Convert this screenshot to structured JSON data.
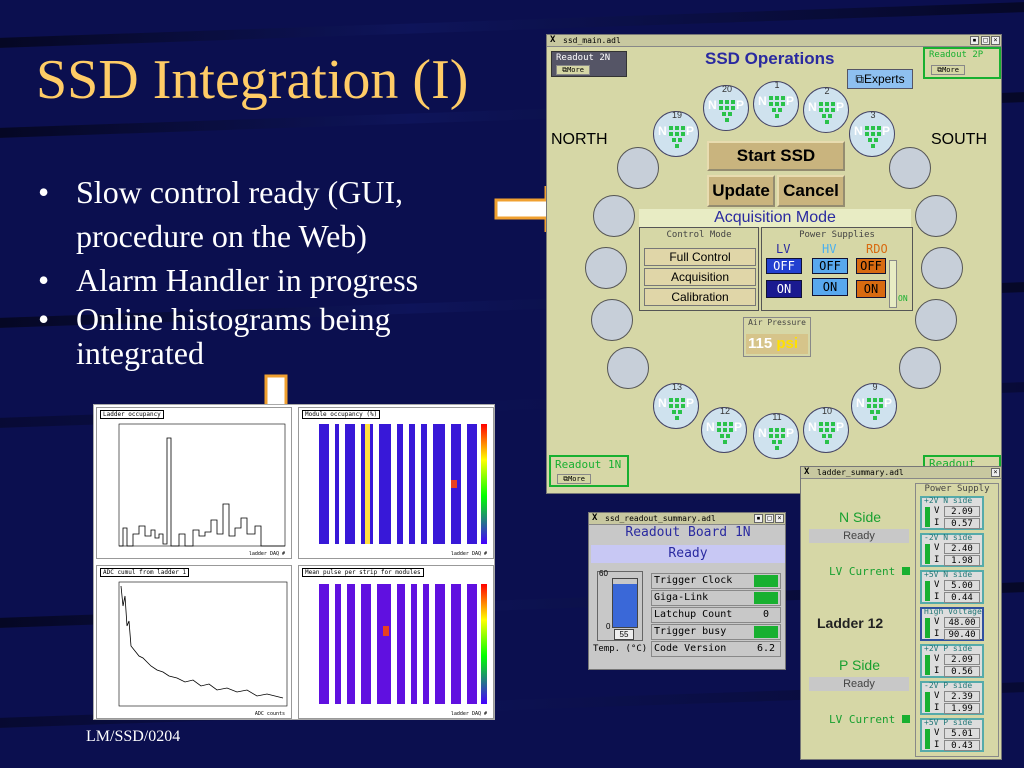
{
  "slide": {
    "title": "SSD Integration (I)",
    "bullets": [
      "Slow control ready (GUI, procedure on the Web)",
      "Alarm Handler in progress",
      "Online histograms being integrated"
    ],
    "footer": "LM/SSD/0204"
  },
  "main_window": {
    "title": "ssd_main.adl",
    "heading": "SSD Operations",
    "experts_label": "Experts",
    "north_label": "NORTH",
    "south_label": "SOUTH",
    "readout_2n": "Readout 2N",
    "readout_2p": "Readout 2P",
    "readout_1n": "Readout 1N",
    "readout_1p": "Readout 1P",
    "more_label": "More",
    "start_label": "Start SSD",
    "update_label": "Update",
    "cancel_label": "Cancel",
    "acq_mode_title": "Acquisition Mode",
    "control_mode_label": "Control Mode",
    "modes": [
      "Full Control",
      "Acquisition",
      "Calibration"
    ],
    "power_supplies_label": "Power Supplies",
    "lv_label": "LV",
    "hv_label": "HV",
    "rdo_label": "RDO",
    "off_label": "OFF",
    "on_label": "ON",
    "rdo_on_label": "ON",
    "air_pressure_label": "Air Pressure",
    "air_pressure_value": "115",
    "air_pressure_unit": "psi",
    "ladder_numbers": [
      "20",
      "1",
      "2",
      "19",
      "3",
      "13",
      "9",
      "12",
      "11",
      "10"
    ],
    "ladder_n": "N",
    "ladder_p": "P"
  },
  "readout_window": {
    "title": "ssd_readout_summary.adl",
    "board_label": "Readout Board 1N",
    "status": "Ready",
    "gauge_top": "60",
    "gauge_bottom": "0",
    "gauge_value_label": "55",
    "gauge_level": 0.9,
    "temp_label": "Temp. (°C)",
    "rows": [
      {
        "label": "Trigger Clock",
        "value": "ON"
      },
      {
        "label": "Giga-Link",
        "value": "ON"
      },
      {
        "label": "Latchup Count",
        "value": "0"
      },
      {
        "label": "Trigger busy",
        "value": "ON"
      },
      {
        "label": "Code Version",
        "value": "6.2"
      }
    ]
  },
  "ladder_window": {
    "title": "ladder_summary.adl",
    "n_side_label": "N Side",
    "p_side_label": "P Side",
    "ready_label": "Ready",
    "lv_current_label": "LV Current",
    "ladder_label": "Ladder 12",
    "power_supply_label": "Power Supply",
    "supplies": [
      {
        "label": "+2V  N side",
        "v": "2.09",
        "i": "0.57"
      },
      {
        "label": "-2V  N side",
        "v": "2.40",
        "i": "1.98"
      },
      {
        "label": "+5V  N side",
        "v": "5.00",
        "i": "0.44"
      },
      {
        "label": "High Voltage",
        "v": "48.00",
        "i": "90.40"
      },
      {
        "label": "+2V  P side",
        "v": "2.09",
        "i": "0.56"
      },
      {
        "label": "-2V  P side",
        "v": "2.39",
        "i": "1.99"
      },
      {
        "label": "+5V  P side",
        "v": "5.01",
        "i": "0.43"
      }
    ],
    "v_label": "V",
    "i_label": "I"
  },
  "histograms": {
    "h1_title": "Ladder occupancy",
    "h1_xlabel": "ladder DAQ #",
    "h2_title": "Module occupancy (%)",
    "h2_xlabel": "ladder DAQ #",
    "h3_title": "ADC cumul from ladder 1",
    "h3_xlabel": "ADC counts",
    "h4_title": "Mean pulse per strip for modules",
    "h4_xlabel": "ladder DAQ #"
  },
  "colors": {
    "slide_bg": "#0b0f4f",
    "title_color": "#ffcc66",
    "panel_bg": "#d6d7a6",
    "on_green": "#18b030",
    "arrow_fill": "#ffffff",
    "arrow_stroke": "#f0a030"
  }
}
